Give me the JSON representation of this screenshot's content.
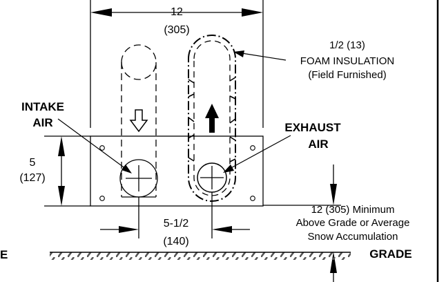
{
  "dimensions": {
    "width_value": "12",
    "width_mm": "(305)",
    "height_value": "5",
    "height_mm": "(127)",
    "spacing_value": "5-1/2",
    "spacing_mm": "(140)"
  },
  "labels": {
    "insulation_1": "1/2 (13)",
    "insulation_2": "FOAM INSULATION",
    "insulation_3": "(Field Furnished)",
    "intake_1": "INTAKE",
    "intake_2": "AIR",
    "exhaust_1": "EXHAUST",
    "exhaust_2": "AIR",
    "clearance_1": "12 (305) Minimum",
    "clearance_2": "Above Grade or Average",
    "clearance_3": "Snow Accumulation",
    "grade_right": "GRADE",
    "grade_left": "E"
  }
}
